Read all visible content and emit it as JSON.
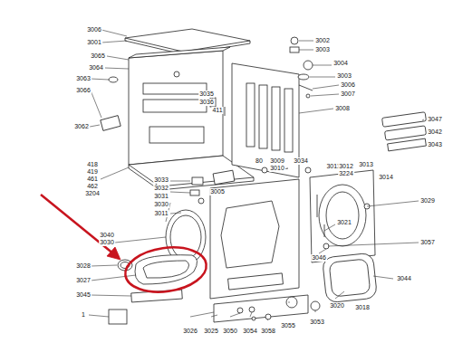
{
  "diagram": {
    "labels": [
      "3006",
      "3001",
      "3065",
      "3064",
      "3063",
      "3066",
      "3062",
      "3035",
      "3036",
      "411",
      "418",
      "419",
      "461",
      "462",
      "3204",
      "3033",
      "3032",
      "3031",
      "3030",
      "3011",
      "3030",
      "3005",
      "80",
      "3009",
      "3010",
      "3034",
      "3011",
      "3012",
      "3224",
      "3013",
      "3014",
      "3002",
      "3003",
      "3004",
      "3003",
      "3006",
      "3007",
      "3008",
      "3047",
      "3042",
      "3043",
      "3029",
      "3021",
      "3046",
      "3057",
      "3044",
      "3018",
      "3040",
      "3028",
      "3027",
      "3045",
      "1",
      "3026",
      "3025",
      "3050",
      "3054",
      "3058",
      "3055",
      "3053",
      "3020"
    ]
  }
}
